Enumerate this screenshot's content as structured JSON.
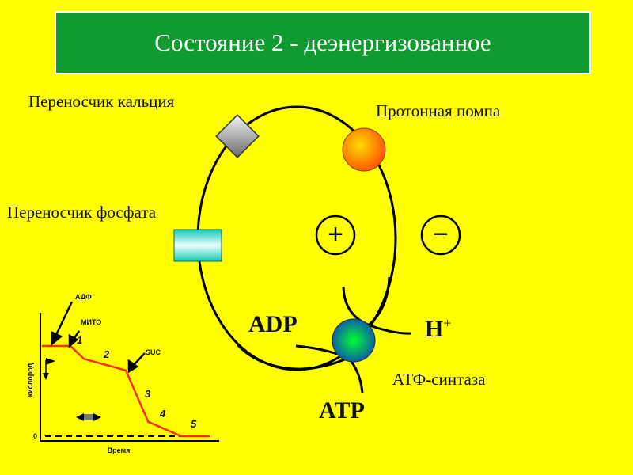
{
  "title": "Состояние 2 - деэнергизованное",
  "labels": {
    "calcium_carrier": "Переносчик кальция",
    "proton_pump": "Протонная помпа",
    "phosphate_carrier": "Переносчик фосфата",
    "adp": "ADP",
    "atp": "ATP",
    "h_plus": "H",
    "h_plus_sup": "+",
    "atp_synthase": "АТФ-синтаза",
    "plus_sign": "+",
    "minus_sign": "−"
  },
  "colors": {
    "background": "#ffff00",
    "title_bg": "#0f9b30",
    "trace": "#ff2a00"
  },
  "chart_data": {
    "type": "line",
    "xlabel": "Время",
    "ylabel": "кислород",
    "zero_label": "0",
    "annotations": [
      "АДФ",
      "МИТО",
      "SUC"
    ],
    "segment_labels": [
      "1",
      "2",
      "3",
      "4",
      "5"
    ],
    "series": [
      {
        "name": "oxygen",
        "x": [
          0,
          1.9,
          2.8,
          5.6,
          7.1,
          9.3,
          11.2
        ],
        "y": [
          6.3,
          6.3,
          5.4,
          4.6,
          1.0,
          0,
          0
        ]
      }
    ],
    "xlim": [
      0,
      11.5
    ],
    "ylim": [
      0,
      8
    ]
  }
}
